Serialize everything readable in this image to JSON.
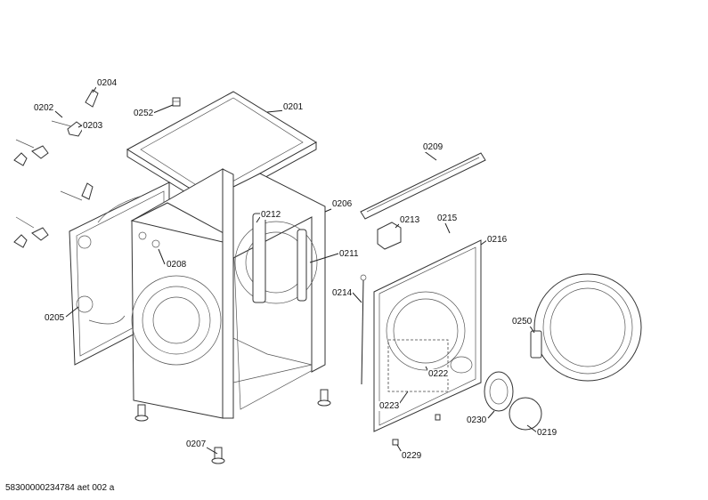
{
  "labels": {
    "p0201": "0201",
    "p0202": "0202",
    "p0203": "0203",
    "p0204": "0204",
    "p0205": "0205",
    "p0206": "0206",
    "p0207": "0207",
    "p0208": "0208",
    "p0209": "0209",
    "p0211": "0211",
    "p0212": "0212",
    "p0213": "0213",
    "p0214": "0214",
    "p0215": "0215",
    "p0216": "0216",
    "p0219": "0219",
    "p0222": "0222",
    "p0223": "0223",
    "p0229": "0229",
    "p0230": "0230",
    "p0250": "0250",
    "p0252": "0252"
  },
  "footer_text": "58300000234784 aet 002 a"
}
